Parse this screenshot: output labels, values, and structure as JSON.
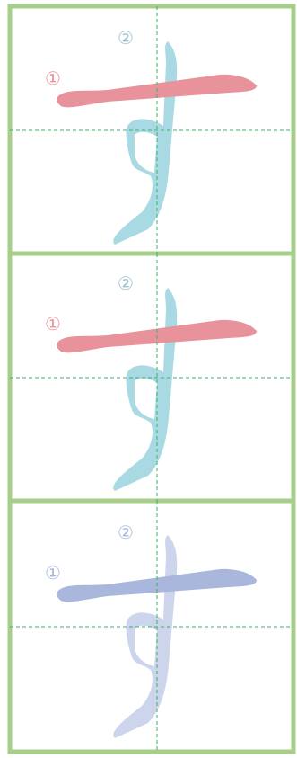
{
  "practice_sheet": {
    "character": "寸",
    "panels": [
      {
        "stroke1_marker": "①",
        "stroke2_marker": "②",
        "stroke1_color": "#e8939b",
        "stroke2_color": "#a9d9e2",
        "marker1_color": "#e8939b",
        "marker2_color": "#9bc3d0"
      },
      {
        "stroke1_marker": "①",
        "stroke2_marker": "②",
        "stroke1_color": "#e8939b",
        "stroke2_color": "#a9d9e2",
        "marker1_color": "#e8939b",
        "marker2_color": "#9bc3d0"
      },
      {
        "stroke1_marker": "①",
        "stroke2_marker": "②",
        "stroke1_color": "#a9b7dd",
        "stroke2_color": "#ccd5ec",
        "marker1_color": "#a9b7dd",
        "marker2_color": "#a9b7dd"
      }
    ],
    "frame_color": "#a7cf8a",
    "guide_color": "#3bb16a"
  }
}
